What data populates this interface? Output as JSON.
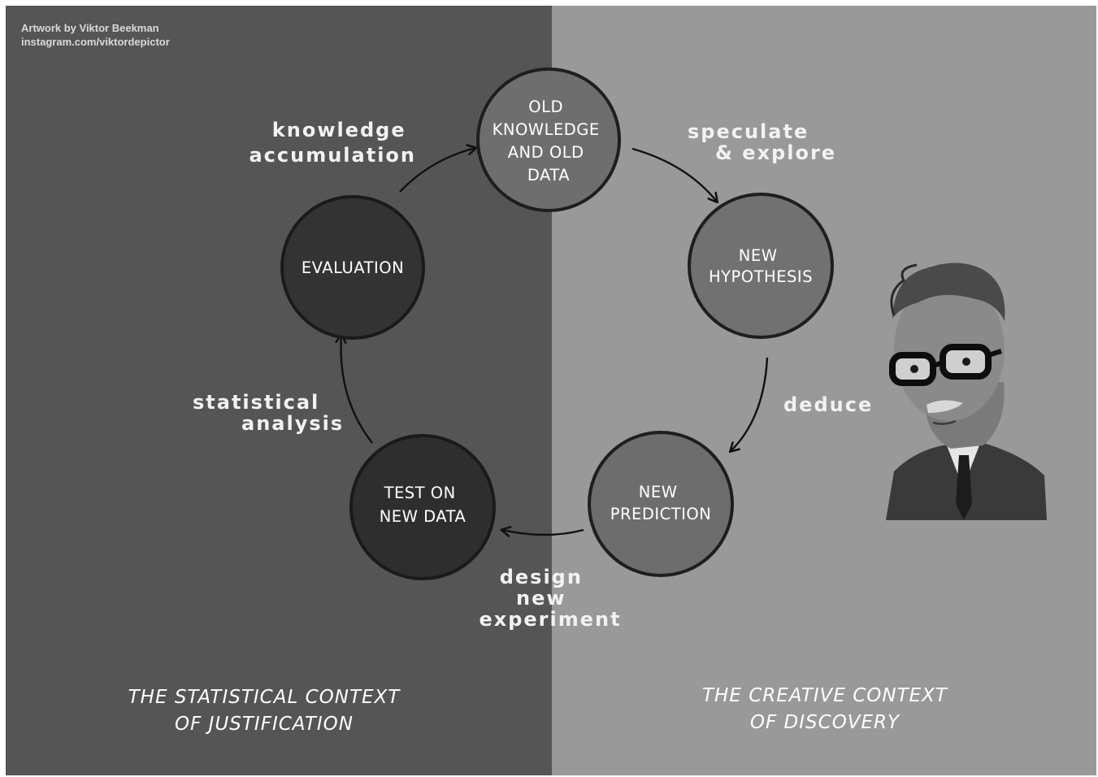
{
  "credit": {
    "line1": "Artwork by Viktor Beekman",
    "line2": "instagram.com/viktordepictor"
  },
  "nodes": {
    "old_knowledge": {
      "lines": [
        "OLD",
        "KNOWLEDGE",
        "AND OLD",
        "DATA"
      ],
      "fill": "#6e6e6e"
    },
    "new_hypothesis": {
      "lines": [
        "NEW",
        "HYPOTHESIS"
      ],
      "fill": "#717171"
    },
    "new_prediction": {
      "lines": [
        "NEW",
        "PREDICTION"
      ],
      "fill": "#6d6d6d"
    },
    "test_on_new_data": {
      "lines": [
        "TEST ON",
        "NEW DATA"
      ],
      "fill": "#2e2e2e"
    },
    "evaluation": {
      "lines": [
        "EVALUATION"
      ],
      "fill": "#333333"
    }
  },
  "edges": {
    "speculate_explore": [
      "speculate",
      "& explore"
    ],
    "deduce": [
      "deduce"
    ],
    "design_new_experiment": [
      "design",
      "new",
      "experiment"
    ],
    "statistical_analysis": [
      "statistical",
      "analysis"
    ],
    "knowledge_accumulation": [
      "knowledge",
      "accumulation"
    ]
  },
  "contexts": {
    "left": [
      "THE STATISTICAL CONTEXT",
      "OF JUSTIFICATION"
    ],
    "right": [
      "THE CREATIVE CONTEXT",
      "OF DISCOVERY"
    ]
  },
  "colors": {
    "left_panel": "#555555",
    "right_panel": "#999999",
    "node_outline": "#1e1e1e",
    "arrow": "#111111",
    "text": "#ffffff"
  }
}
